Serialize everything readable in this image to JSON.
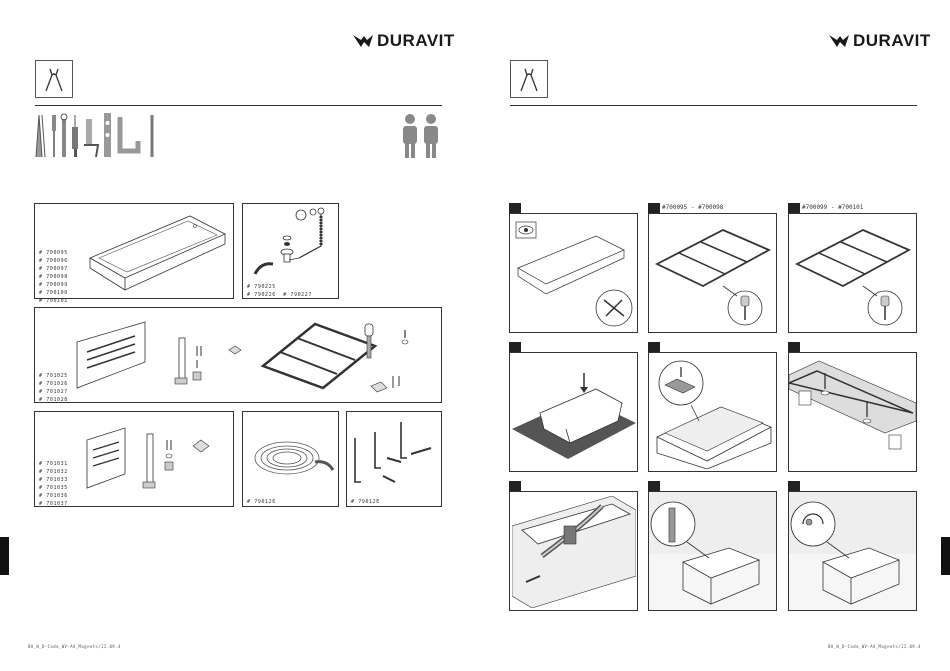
{
  "brand": {
    "name": "DURAVIT"
  },
  "left_page": {
    "tools": [
      "pliers-icon",
      "screwdriver-icon",
      "wrench-icon",
      "drill-icon",
      "silicone-gun-icon",
      "spirit-level-icon",
      "pipe-icon",
      "pencil-icon"
    ],
    "persons": 2,
    "parts": {
      "bathtub": {
        "codes": [
          "# 700095",
          "# 700096",
          "# 700097",
          "# 700098",
          "# 700099",
          "# 700100",
          "# 700101"
        ]
      },
      "waste": {
        "codes": [
          "# 790225",
          "# 790226",
          "# 790227"
        ]
      },
      "panel_frame": {
        "codes": [
          "# 701025",
          "# 701026",
          "# 701027",
          "# 701028"
        ]
      },
      "panel_small": {
        "codes": [
          "# 701031",
          "# 701032",
          "# 701033",
          "# 701035",
          "# 701036",
          "# 701037"
        ]
      },
      "sealing_tape": {
        "codes": [
          "# 790126"
        ]
      },
      "feet": {
        "codes": [
          "# 79012E"
        ]
      }
    },
    "footer": "BA_W_D-Code_WV-AV_Magnets/12.09.4"
  },
  "right_page": {
    "steps": [
      {
        "label": ""
      },
      {
        "label": "#700095 - #700098"
      },
      {
        "label": "#700099 - #700101"
      },
      {
        "label": ""
      },
      {
        "label": ""
      },
      {
        "label": ""
      },
      {
        "label": ""
      },
      {
        "label": ""
      },
      {
        "label": ""
      }
    ],
    "footer": "BA_W_D-Code_WV-AV_Magnets/12.09.4"
  },
  "colors": {
    "ink": "#222222",
    "tab": "#111111",
    "shade": "#d0d0d0"
  }
}
